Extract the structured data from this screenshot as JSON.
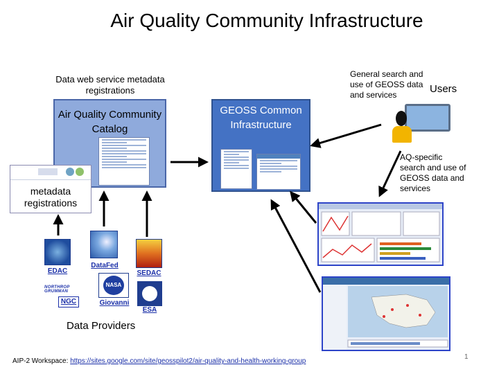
{
  "title": "Air Quality Community Infrastructure",
  "labels": {
    "web_service": "Data web service metadata registrations",
    "general_search": "General search and use of GEOSS data and services",
    "users": "Users",
    "aq_specific": "AQ-specific search and use of GEOSS data and services",
    "data_providers": "Data Providers",
    "metadata": "metadata registrations"
  },
  "boxes": {
    "catalog": "Air Quality Community Catalog",
    "geoss": "GEOSS Common Infrastructure"
  },
  "providers": {
    "edac": "EDAC",
    "datafed": "DataFed",
    "sedac": "SEDAC",
    "ngc": "NGC",
    "giovanni": "Giovanni",
    "esa": "ESA",
    "nasa_logo": "NASA",
    "ngc_logo": "NORTHROP GRUMMAN"
  },
  "footer": {
    "prefix": "AIP-2 Workspace: ",
    "link": "https://sites.google.com/site/geosspilot2/air-quality-and-health-working-group",
    "page": "1"
  },
  "colors": {
    "catalog_fill": "#8faadc",
    "geoss_fill": "#4472c4",
    "link": "#1a2fa8"
  }
}
